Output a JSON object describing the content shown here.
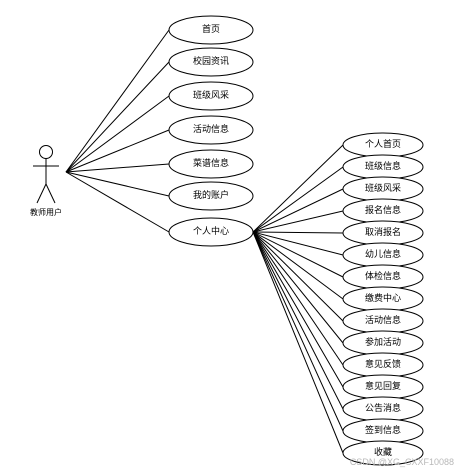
{
  "actor": {
    "label": "教师用户"
  },
  "use_cases": [
    "首页",
    "校园资讯",
    "班级风采",
    "活动信息",
    "菜谱信息",
    "我的账户",
    "个人中心"
  ],
  "personal_center_items": [
    "个人首页",
    "班级信息",
    "班级风采",
    "报名信息",
    "取消报名",
    "幼儿信息",
    "体检信息",
    "缴费中心",
    "活动信息",
    "参加活动",
    "意见反馈",
    "意见回复",
    "公告消息",
    "签到信息",
    "收藏"
  ],
  "watermark": "CSDN @XG_CXXF10088"
}
